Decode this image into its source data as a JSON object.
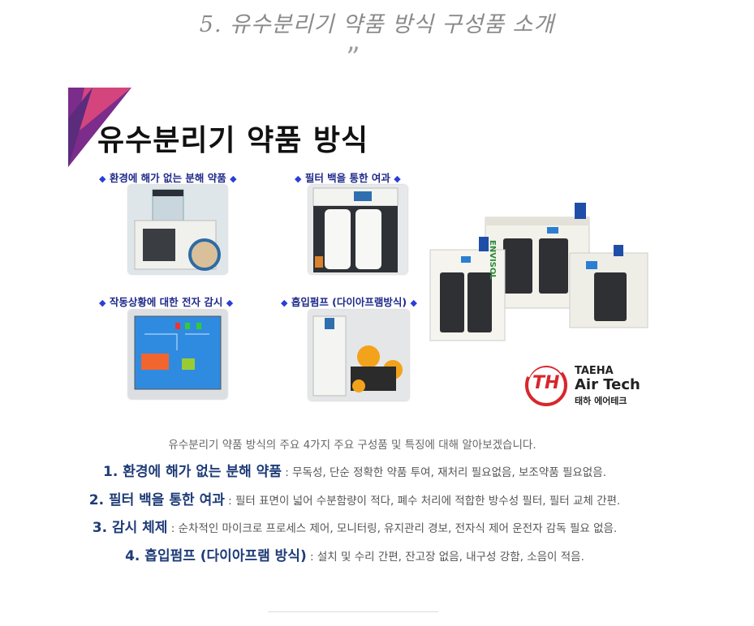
{
  "header": {
    "title": "5. 유수분리기 약품 방식 구성품 소개",
    "quote_mark": "”"
  },
  "banner": {
    "title": "유수분리기 약품 방식",
    "captions": [
      "환경에 해가 없는 분해 약품",
      "필터 백을 통한 여과",
      "작동상황에 대한 전자 감시",
      "흡입펌프 (다이아프램방식)"
    ],
    "diamond": "◆",
    "product_brand": "ENVISOL",
    "logo": {
      "mark": "TH",
      "line1": "TAEHA",
      "line2": "Air Tech",
      "line3": "태하 에어테크"
    }
  },
  "intro": "유수분리기 약품 방식의 주요 4가지 주요 구성품 및 특징에 대해 알아보겠습니다.",
  "items": [
    {
      "heading": "1. 환경에 해가 없는 분해 약품",
      "desc": " : 무독성, 단순 정확한 약품 투여, 재처리 필요없음, 보조약품 필요없음."
    },
    {
      "heading": "2. 필터 백을 통한 여과",
      "desc": " : 필터 표면이 넓어 수분함량이 적다, 폐수 처리에 적합한 방수성 필터, 필터 교체 간편."
    },
    {
      "heading": "3. 감시 체제",
      "desc": " : 순차적인 마이크로 프로세스 제어, 모니터링, 유지관리 경보, 전자식 제어 운전자 감독 필요 없음."
    },
    {
      "heading": "4. 흡입펌프 (다이아프램 방식)",
      "desc": " : 설치 및 수리 간편, 잔고장 없음, 내구성 강함, 소음이 적음."
    }
  ],
  "colors": {
    "heading": "#1f3c78",
    "caption": "#1f2a8a",
    "logo_red": "#d8262d"
  }
}
